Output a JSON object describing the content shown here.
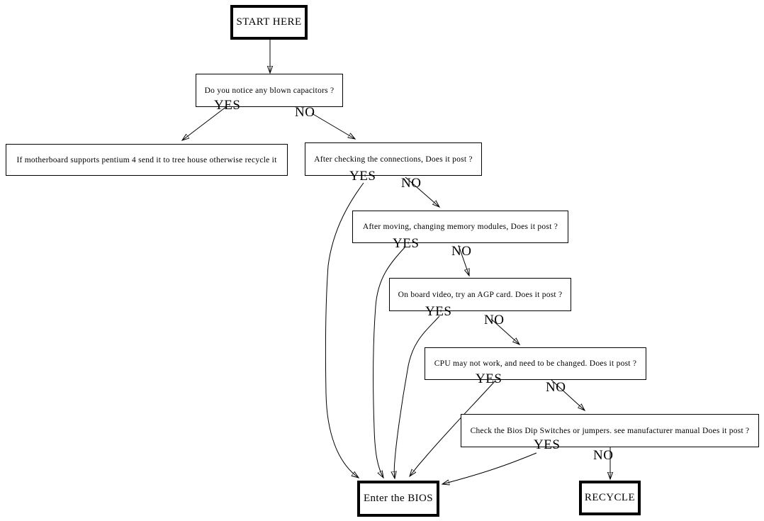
{
  "diagram": {
    "description": "Motherboard POST troubleshooting flowchart",
    "background_color": "#ffffff",
    "line_color": "#000000",
    "nodes": [
      {
        "id": "start",
        "label": "START HERE",
        "style": "bold-border"
      },
      {
        "id": "blown-capacitors",
        "label": "Do you notice any blown capacitors ?",
        "style": "thin-border"
      },
      {
        "id": "pentium4-tree-house",
        "label": "If motherboard supports pentium 4 send it to tree house otherwise recycle it",
        "style": "thin-border"
      },
      {
        "id": "check-connections",
        "label": "After checking the connections, Does it post ?",
        "style": "thin-border"
      },
      {
        "id": "memory-modules",
        "label": "After moving, changing memory modules, Does it post ?",
        "style": "thin-border"
      },
      {
        "id": "onboard-video-agp",
        "label": "On board video, try an AGP card. Does it post ?",
        "style": "thin-border"
      },
      {
        "id": "cpu-change",
        "label": "CPU may not work, and need to be changed. Does it post ?",
        "style": "thin-border"
      },
      {
        "id": "bios-dip-switches",
        "label": "Check the Bios Dip Switches or jumpers. see manufacturer manual Does it post ?",
        "style": "thin-border"
      },
      {
        "id": "enter-bios",
        "label": "Enter the BIOS",
        "style": "bold-border"
      },
      {
        "id": "recycle",
        "label": "RECYCLE",
        "style": "bold-border"
      }
    ],
    "edges": [
      {
        "from": "start",
        "to": "blown-capacitors",
        "label": ""
      },
      {
        "from": "blown-capacitors",
        "to": "pentium4-tree-house",
        "label": "YES"
      },
      {
        "from": "blown-capacitors",
        "to": "check-connections",
        "label": "NO"
      },
      {
        "from": "check-connections",
        "to": "enter-bios",
        "label": "YES"
      },
      {
        "from": "check-connections",
        "to": "memory-modules",
        "label": "NO"
      },
      {
        "from": "memory-modules",
        "to": "enter-bios",
        "label": "YES"
      },
      {
        "from": "memory-modules",
        "to": "onboard-video-agp",
        "label": "NO"
      },
      {
        "from": "onboard-video-agp",
        "to": "enter-bios",
        "label": "YES"
      },
      {
        "from": "onboard-video-agp",
        "to": "cpu-change",
        "label": "NO"
      },
      {
        "from": "cpu-change",
        "to": "enter-bios",
        "label": "YES"
      },
      {
        "from": "cpu-change",
        "to": "bios-dip-switches",
        "label": "NO"
      },
      {
        "from": "bios-dip-switches",
        "to": "enter-bios",
        "label": "YES"
      },
      {
        "from": "bios-dip-switches",
        "to": "recycle",
        "label": "NO"
      }
    ]
  }
}
